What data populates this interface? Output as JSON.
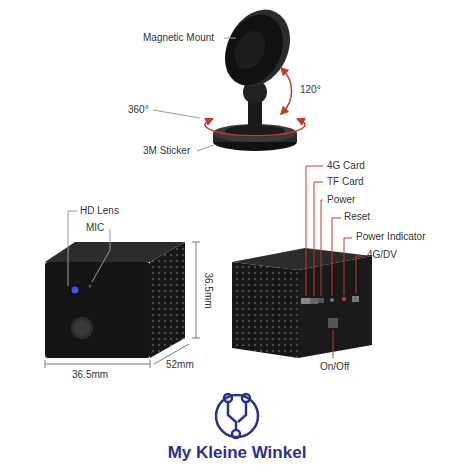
{
  "diagram": {
    "labels": [
      "Magnetic Mount",
      "120°",
      "360°",
      "3M Sticker",
      "4G Card",
      "TF Card",
      "Power",
      "Reset",
      "Power Indicator",
      "4G/DV",
      "HD Lens",
      "MIC",
      "36.5mm",
      "36.5mm",
      "52mm",
      "On/Off",
      "My Kleine Winkel"
    ]
  }
}
